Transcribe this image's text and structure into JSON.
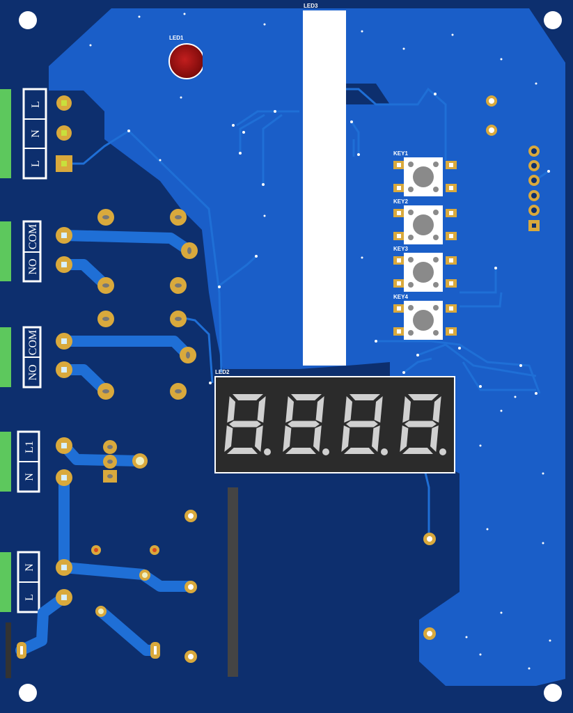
{
  "colors": {
    "board_dark": "#0d2f6e",
    "copper_fill": "#1a5ec8",
    "trace": "#1f6fd6",
    "pad_gold": "#d9a93c",
    "connector_green": "#5dc85d",
    "led_red": "#b01616",
    "display_bg": "#2b2b2b",
    "segment": "#d0d0d0"
  },
  "labels": {
    "led1": "LED1",
    "led2": "LED2",
    "led3": "LED3",
    "keys": [
      "KEY1",
      "KEY2",
      "KEY3",
      "KEY4"
    ]
  },
  "terminals": [
    {
      "id": "power-in",
      "labels": [
        "L",
        "N",
        "L"
      ]
    },
    {
      "id": "relay1",
      "labels": [
        "COM",
        "NO"
      ]
    },
    {
      "id": "relay2",
      "labels": [
        "COM",
        "NO"
      ]
    },
    {
      "id": "load",
      "labels": [
        "L1",
        "N"
      ]
    },
    {
      "id": "supply",
      "labels": [
        "N",
        "L"
      ]
    }
  ],
  "display": {
    "digits": 4,
    "glyph": "8."
  }
}
